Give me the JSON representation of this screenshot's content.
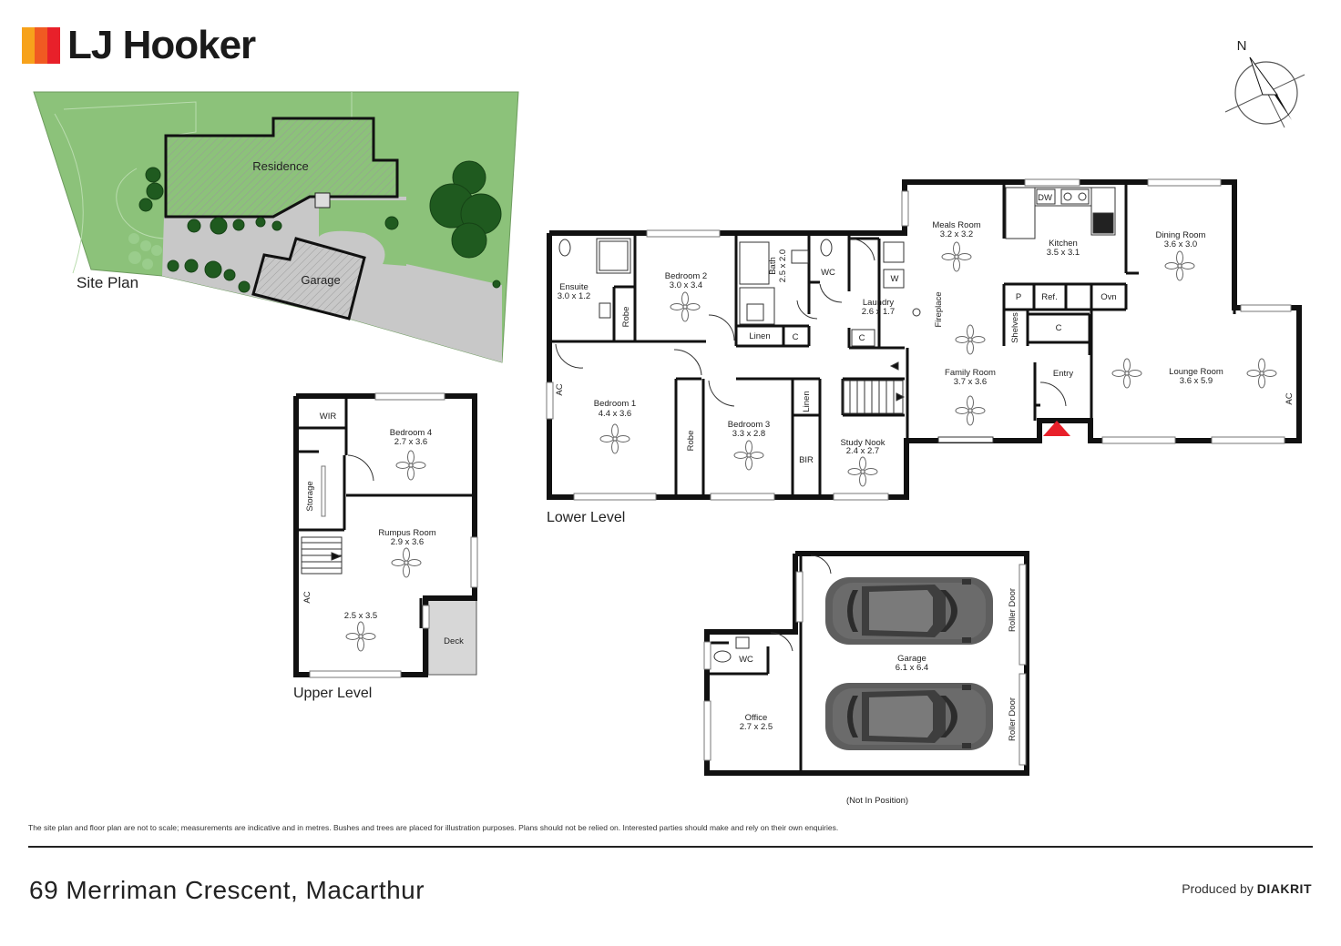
{
  "brand": {
    "name": "LJ Hooker",
    "logo_colors": [
      "#f7a21b",
      "#f05a22",
      "#e8202a"
    ]
  },
  "compass": {
    "label": "N"
  },
  "site_plan": {
    "title": "Site Plan",
    "residence_label": "Residence",
    "garage_label": "Garage",
    "lawn_color": "#8cc27a",
    "paving_color": "#c8c8c8"
  },
  "lower_level": {
    "title": "Lower Level",
    "rooms": {
      "ensuite": {
        "name": "Ensuite",
        "dims": "3.0 x 1.2"
      },
      "robe1": {
        "name": "Robe"
      },
      "bedroom2": {
        "name": "Bedroom 2",
        "dims": "3.0 x 3.4"
      },
      "bath": {
        "name": "Bath",
        "dims": "2.5 x 2.0"
      },
      "linen1": {
        "name": "Linen"
      },
      "c1": {
        "name": "C"
      },
      "wc": {
        "name": "WC"
      },
      "laundry": {
        "name": "Laundry",
        "dims": "2.6 x 1.7"
      },
      "w": {
        "name": "W"
      },
      "c2": {
        "name": "C"
      },
      "bedroom1": {
        "name": "Bedroom 1",
        "dims": "4.4 x 3.6"
      },
      "ac1": {
        "name": "AC"
      },
      "robe2": {
        "name": "Robe"
      },
      "bedroom3": {
        "name": "Bedroom 3",
        "dims": "3.3 x 2.8"
      },
      "linen2": {
        "name": "Linen"
      },
      "bir": {
        "name": "BIR"
      },
      "study": {
        "name": "Study Nook",
        "dims": "2.4 x 2.7"
      },
      "meals": {
        "name": "Meals Room",
        "dims": "3.2 x 3.2"
      },
      "kitchen": {
        "name": "Kitchen",
        "dims": "3.5 x 3.1"
      },
      "dw": {
        "name": "DW"
      },
      "p": {
        "name": "P"
      },
      "ref": {
        "name": "Ref."
      },
      "ovn": {
        "name": "Ovn"
      },
      "shelves": {
        "name": "Shelves"
      },
      "c3": {
        "name": "C"
      },
      "fireplace": {
        "name": "Fireplace"
      },
      "family": {
        "name": "Family Room",
        "dims": "3.7 x 3.6"
      },
      "entry": {
        "name": "Entry"
      },
      "dining": {
        "name": "Dining Room",
        "dims": "3.6 x 3.0"
      },
      "lounge": {
        "name": "Lounge Room",
        "dims": "3.6 x 5.9"
      },
      "ac2": {
        "name": "AC"
      }
    }
  },
  "upper_level": {
    "title": "Upper Level",
    "rooms": {
      "wir": {
        "name": "WIR"
      },
      "bedroom4": {
        "name": "Bedroom 4",
        "dims": "2.7 x 3.6"
      },
      "storage": {
        "name": "Storage"
      },
      "rumpus": {
        "name": "Rumpus Room",
        "dims": "2.9 x 3.6"
      },
      "ac": {
        "name": "AC"
      },
      "unnamed": {
        "dims": "2.5 x 3.5"
      },
      "deck": {
        "name": "Deck"
      }
    }
  },
  "garage_plan": {
    "note": "(Not In Position)",
    "rooms": {
      "wc": {
        "name": "WC"
      },
      "office": {
        "name": "Office",
        "dims": "2.7 x 2.5"
      },
      "garage": {
        "name": "Garage",
        "dims": "6.1 x 6.4"
      },
      "roller1": {
        "name": "Roller Door"
      },
      "roller2": {
        "name": "Roller Door"
      }
    }
  },
  "footer": {
    "disclaimer": "The site plan and floor plan are not to scale; measurements are indicative and in metres. Bushes and trees are placed for illustration purposes. Plans should not be relied on. Interested parties should make and rely on their own enquiries.",
    "address": "69 Merriman Crescent, Macarthur",
    "produced_by_prefix": "Produced by",
    "produced_by_name": "DIAKRIT"
  }
}
